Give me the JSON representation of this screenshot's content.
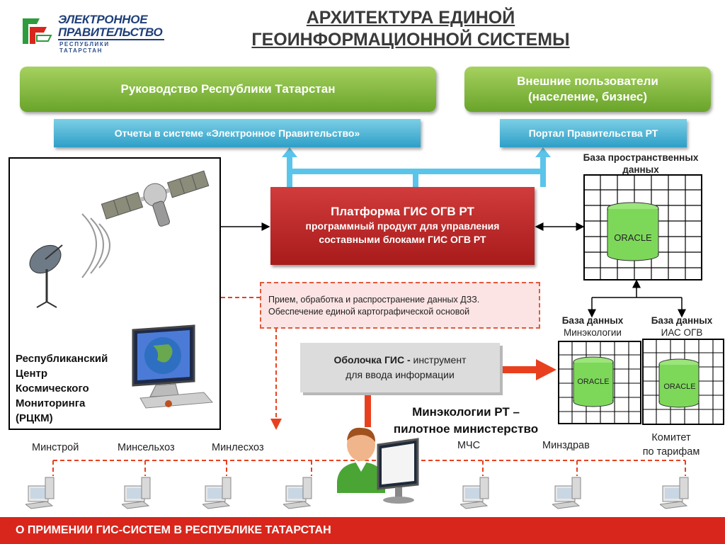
{
  "logo": {
    "line1": "ЭЛЕКТРОННОЕ",
    "line2": "ПРАВИТЕЛЬСТВО",
    "line3": "РЕСПУБЛИКИ ТАТАРСТАН",
    "colors": {
      "green": "#2e9b3c",
      "red": "#d9261c",
      "blue": "#1f3f7a"
    }
  },
  "title": {
    "line1": "АРХИТЕКТУРА ЕДИНОЙ",
    "line2": "ГЕОИНФОРМАЦИОННОЙ СИСТЕМЫ"
  },
  "top": {
    "leadership": "Руководство Республики Татарстан",
    "external_line1": "Внешние пользователи",
    "external_line2": "(население, бизнес)",
    "reports": "Отчеты в системе «Электронное Правительство»",
    "portal": "Портал Правительства РТ"
  },
  "platform": {
    "title": "Платформа ГИС ОГВ РТ",
    "desc_line1": "программный продукт для управления",
    "desc_line2": "составными блоками ГИС ОГВ РТ"
  },
  "processing": {
    "line1": "Прием, обработка и распространение данных ДЗЗ.",
    "line2": "Обеспечение единой картографической основой"
  },
  "shell": {
    "bold": "Оболочка ГИС -",
    "rest": " инструмент",
    "line2": "для ввода информации"
  },
  "rckm": {
    "line1": "Республиканский",
    "line2": "Центр",
    "line3": "Космического",
    "line4": "Мониторинга",
    "line5": "(РЦКМ)"
  },
  "databases": {
    "spatial_line1": "База пространственных",
    "spatial_line2": "данных",
    "spatial_db": "ORACLE",
    "eco_title": "База данных",
    "eco_sub": "Минэкологии",
    "eco_db": "ORACLE",
    "ias_title": "База данных",
    "ias_sub": "ИАС ОГВ",
    "ias_db": "ORACLE"
  },
  "ministry": {
    "line1": "Минэкологии РТ –",
    "line2": "пилотное министерство"
  },
  "network_nodes": [
    "Минстрой",
    "Минсельхоз",
    "Минлесхоз",
    "МЧС",
    "Минздрав",
    "Комитет",
    "по тарифам"
  ],
  "footer": "О ПРИМЕНИИ ГИС-СИСТЕМ В РЕСПУБЛИКЕ ТАТАРСТАН",
  "accent_colors": {
    "green_header": "#7bb53a",
    "blue_bar": "#3aa9d0",
    "red_platform": "#c0292b",
    "footer_red": "#d9261c",
    "arrow_blue": "#5bc4ea",
    "arrow_orange": "#e8401f"
  }
}
